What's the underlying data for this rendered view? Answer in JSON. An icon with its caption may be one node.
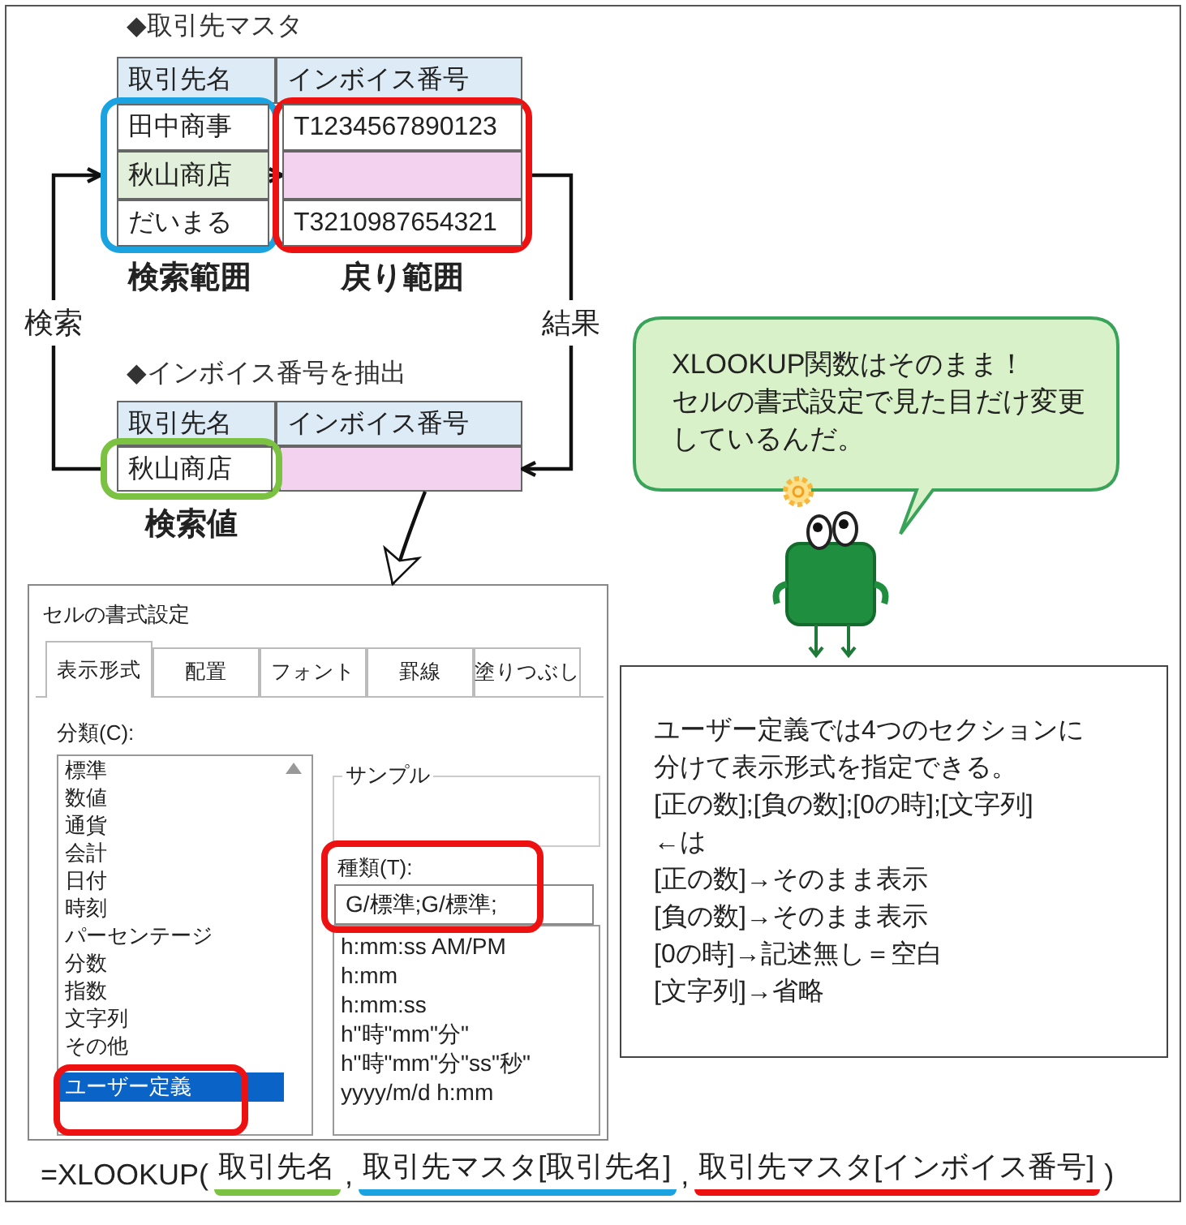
{
  "diagram": {
    "nodes": [
      {
        "text": [
          "検索範囲"
        ]
      },
      {
        "text": [
          "田中商事"
        ],
        "in": 0
      },
      {
        "text": [
          "秋山商店"
        ],
        "in": 0
      },
      {
        "text": [
          "だいまる"
        ],
        "in": 0
      },
      {
        "text": [
          "戻り範囲"
        ]
      },
      {
        "text": [
          "T1234567890123"
        ],
        "in": 4
      },
      {
        "text": [],
        "shape": "box",
        "in": 4
      },
      {
        "text": [
          "T3210987654321"
        ],
        "in": 4
      },
      {
        "text": [
          "検索値"
        ]
      },
      {
        "text": [
          "秋山商店"
        ],
        "in": 8
      },
      {
        "text": [],
        "shape": "box"
      },
      {
        "text": [
          "セルの書式設定"
        ]
      },
      {
        "text": [
          "XLOOKUP関数はそのまま！",
          "セルの書式設定で見た目だけ変更しているんだ。"
        ]
      },
      {
        "text": [],
        "shape": "picture"
      },
      {
        "text": [
          "ユーザー定義では4つのセクションに分けて表示形式を指定できる。",
          "[正の数];[負の数];[0の時];[文字列]",
          "←は",
          "[正の数]→そのまま表示",
          "[負の数]→そのまま表示",
          "[0の時]→記述無し＝空白",
          "[文字列]→省略"
        ]
      }
    ],
    "edges": [
      {
        "from": 2,
        "to": 6,
        "arrow": "to"
      },
      {
        "from": 8,
        "to": 0,
        "arrow": "to",
        "label": "検索"
      },
      {
        "from": 4,
        "to": 10,
        "arrow": "to",
        "label": "結果"
      },
      {
        "from": 10,
        "to": 11,
        "arrow": "to"
      }
    ],
    "labels": [
      "◆取引先マスタ",
      "取引先名",
      "インボイス番号",
      "◆インボイス番号を抽出",
      "取引先名",
      "インボイス番号",
      "表示形式",
      "配置",
      "フォント",
      "罫線",
      "塗りつぶし",
      "分類(C):",
      "標準",
      "数値",
      "通貨",
      "会計",
      "日付",
      "時刻",
      "パーセンテージ",
      "分数",
      "指数",
      "文字列",
      "その他",
      "ユーザー定義",
      "サンプル",
      "種類(T):",
      "G/標準;G/標準;",
      "h:mm:ss AM/PM",
      "h:mm",
      "h:mm:ss",
      "h\"時\"mm\"分\"",
      "h\"時\"mm\"分\"ss\"秒\"",
      "yyyy/m/d h:mm",
      "=XLOOKUP(",
      "取引先名",
      ",",
      "取引先マスタ[取引先名]",
      ",",
      "取引先マスタ[インボイス番号]",
      ")"
    ]
  }
}
